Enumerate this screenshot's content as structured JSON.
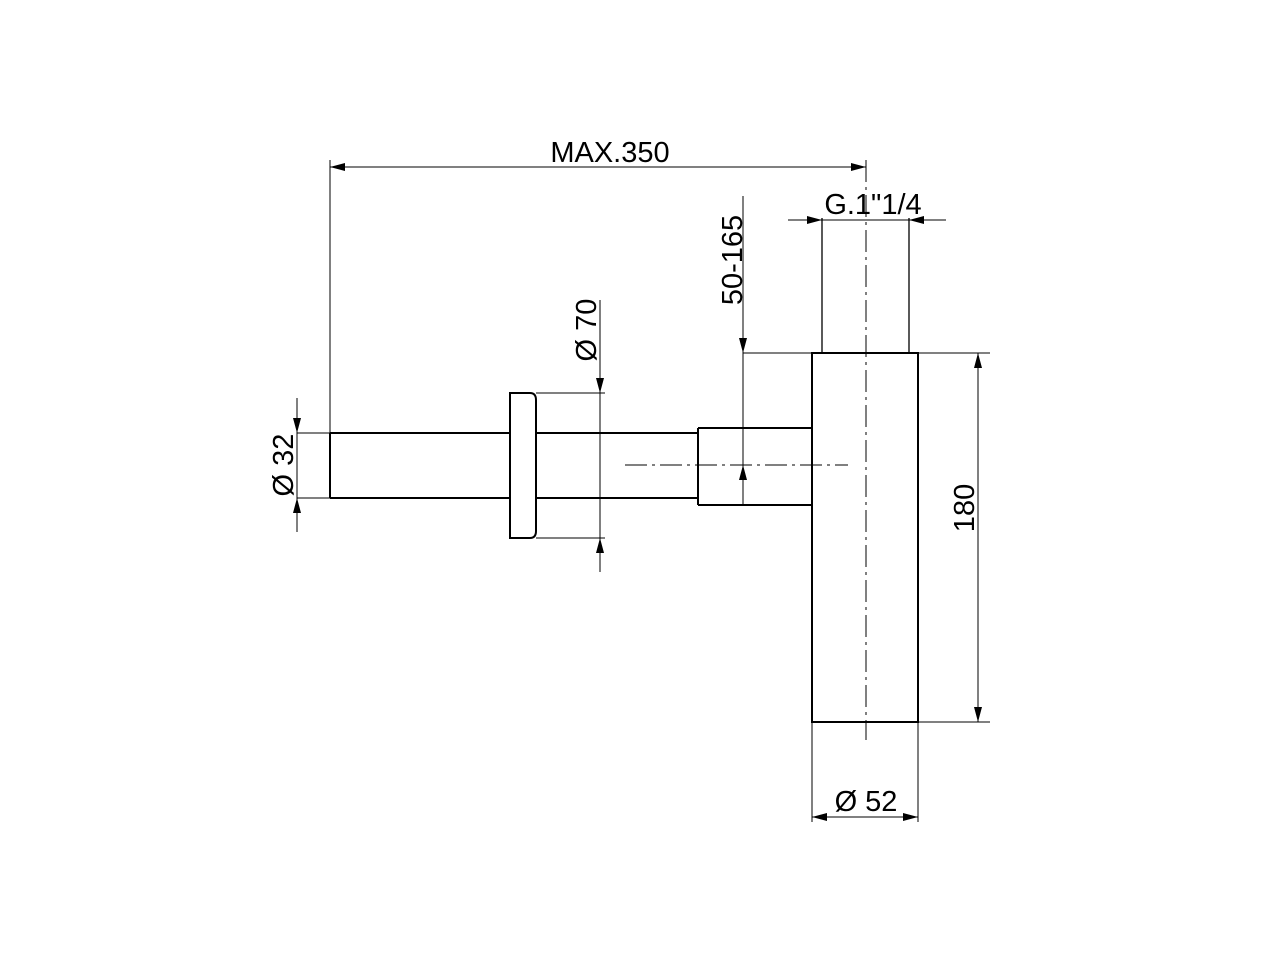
{
  "drawing": {
    "dimensions": {
      "max_length": "MAX.350",
      "thread": "G.1\"1/4",
      "height_range": "50-165",
      "flange_diameter": "Ø 70",
      "outlet_diameter": "Ø 32",
      "body_height": "180",
      "body_diameter": "Ø 52"
    },
    "line_color": "#000000",
    "background": "#ffffff"
  }
}
